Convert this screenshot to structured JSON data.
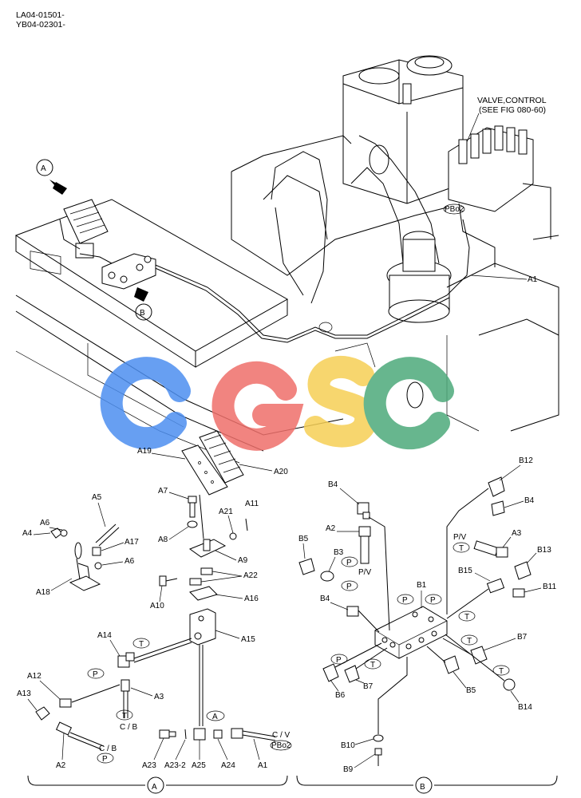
{
  "header": {
    "serial_1": "LA04-01501-",
    "serial_2": "YB04-02301-"
  },
  "valve_note": {
    "line1": "VALVE,CONTROL",
    "line2": "(SEE FIG 080-60)"
  },
  "views": {
    "a": "A",
    "b": "B",
    "pbo2": "PBo2"
  },
  "watermark": {
    "text": "CGSC",
    "colors": [
      "#4d8ff0",
      "#ef6f6a",
      "#f6cf55",
      "#4daa7b"
    ]
  },
  "callouts": {
    "A1": "A1",
    "A2": "A2",
    "A3": "A3",
    "A4": "A4",
    "A5": "A5",
    "A6": "A6",
    "A7": "A7",
    "A8": "A8",
    "A9": "A9",
    "A10": "A10",
    "A11": "A11",
    "A12": "A12",
    "A13": "A13",
    "A14": "A14",
    "A15": "A15",
    "A16": "A16",
    "A17": "A17",
    "A18": "A18",
    "A19": "A19",
    "A20": "A20",
    "A21": "A21",
    "A22": "A22",
    "A23": "A23",
    "A23_2": "A23-2",
    "A24": "A24",
    "A25": "A25",
    "B1": "B1",
    "B3": "B3",
    "B4": "B4",
    "B5": "B5",
    "B6": "B6",
    "B7": "B7",
    "B9": "B9",
    "B10": "B10",
    "B11": "B11",
    "B12": "B12",
    "B13": "B13",
    "B14": "B14",
    "B15": "B15"
  },
  "port_tags": {
    "P": "P",
    "T": "T",
    "A": "A",
    "PV": "P/V",
    "CB": "C / B",
    "CV": "C / V"
  }
}
